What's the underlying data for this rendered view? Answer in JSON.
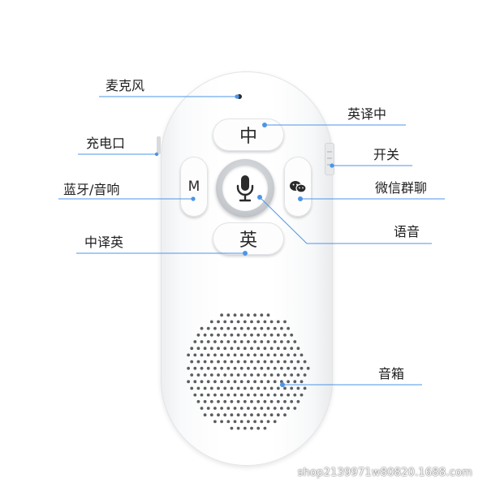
{
  "labels": {
    "microphone": "麦克风",
    "charging_port": "充电口",
    "bluetooth_speaker": "蓝牙/音响",
    "chinese_to_english": "中译英",
    "english_to_chinese": "英译中",
    "power_switch": "开关",
    "wechat_group_chat": "微信群聊",
    "voice": "语音",
    "speaker_box": "音箱"
  },
  "buttons": {
    "top_key": "中",
    "bottom_key": "英",
    "mode_key": "M",
    "voice_key_icon": "microphone-icon",
    "wechat_key_icon": "wechat-icon"
  },
  "colors": {
    "callout_line": "#4b95e8",
    "device_body": "#ffffff",
    "text": "#1e1e1e"
  },
  "watermark": "shop2139971w80820.1688.com"
}
